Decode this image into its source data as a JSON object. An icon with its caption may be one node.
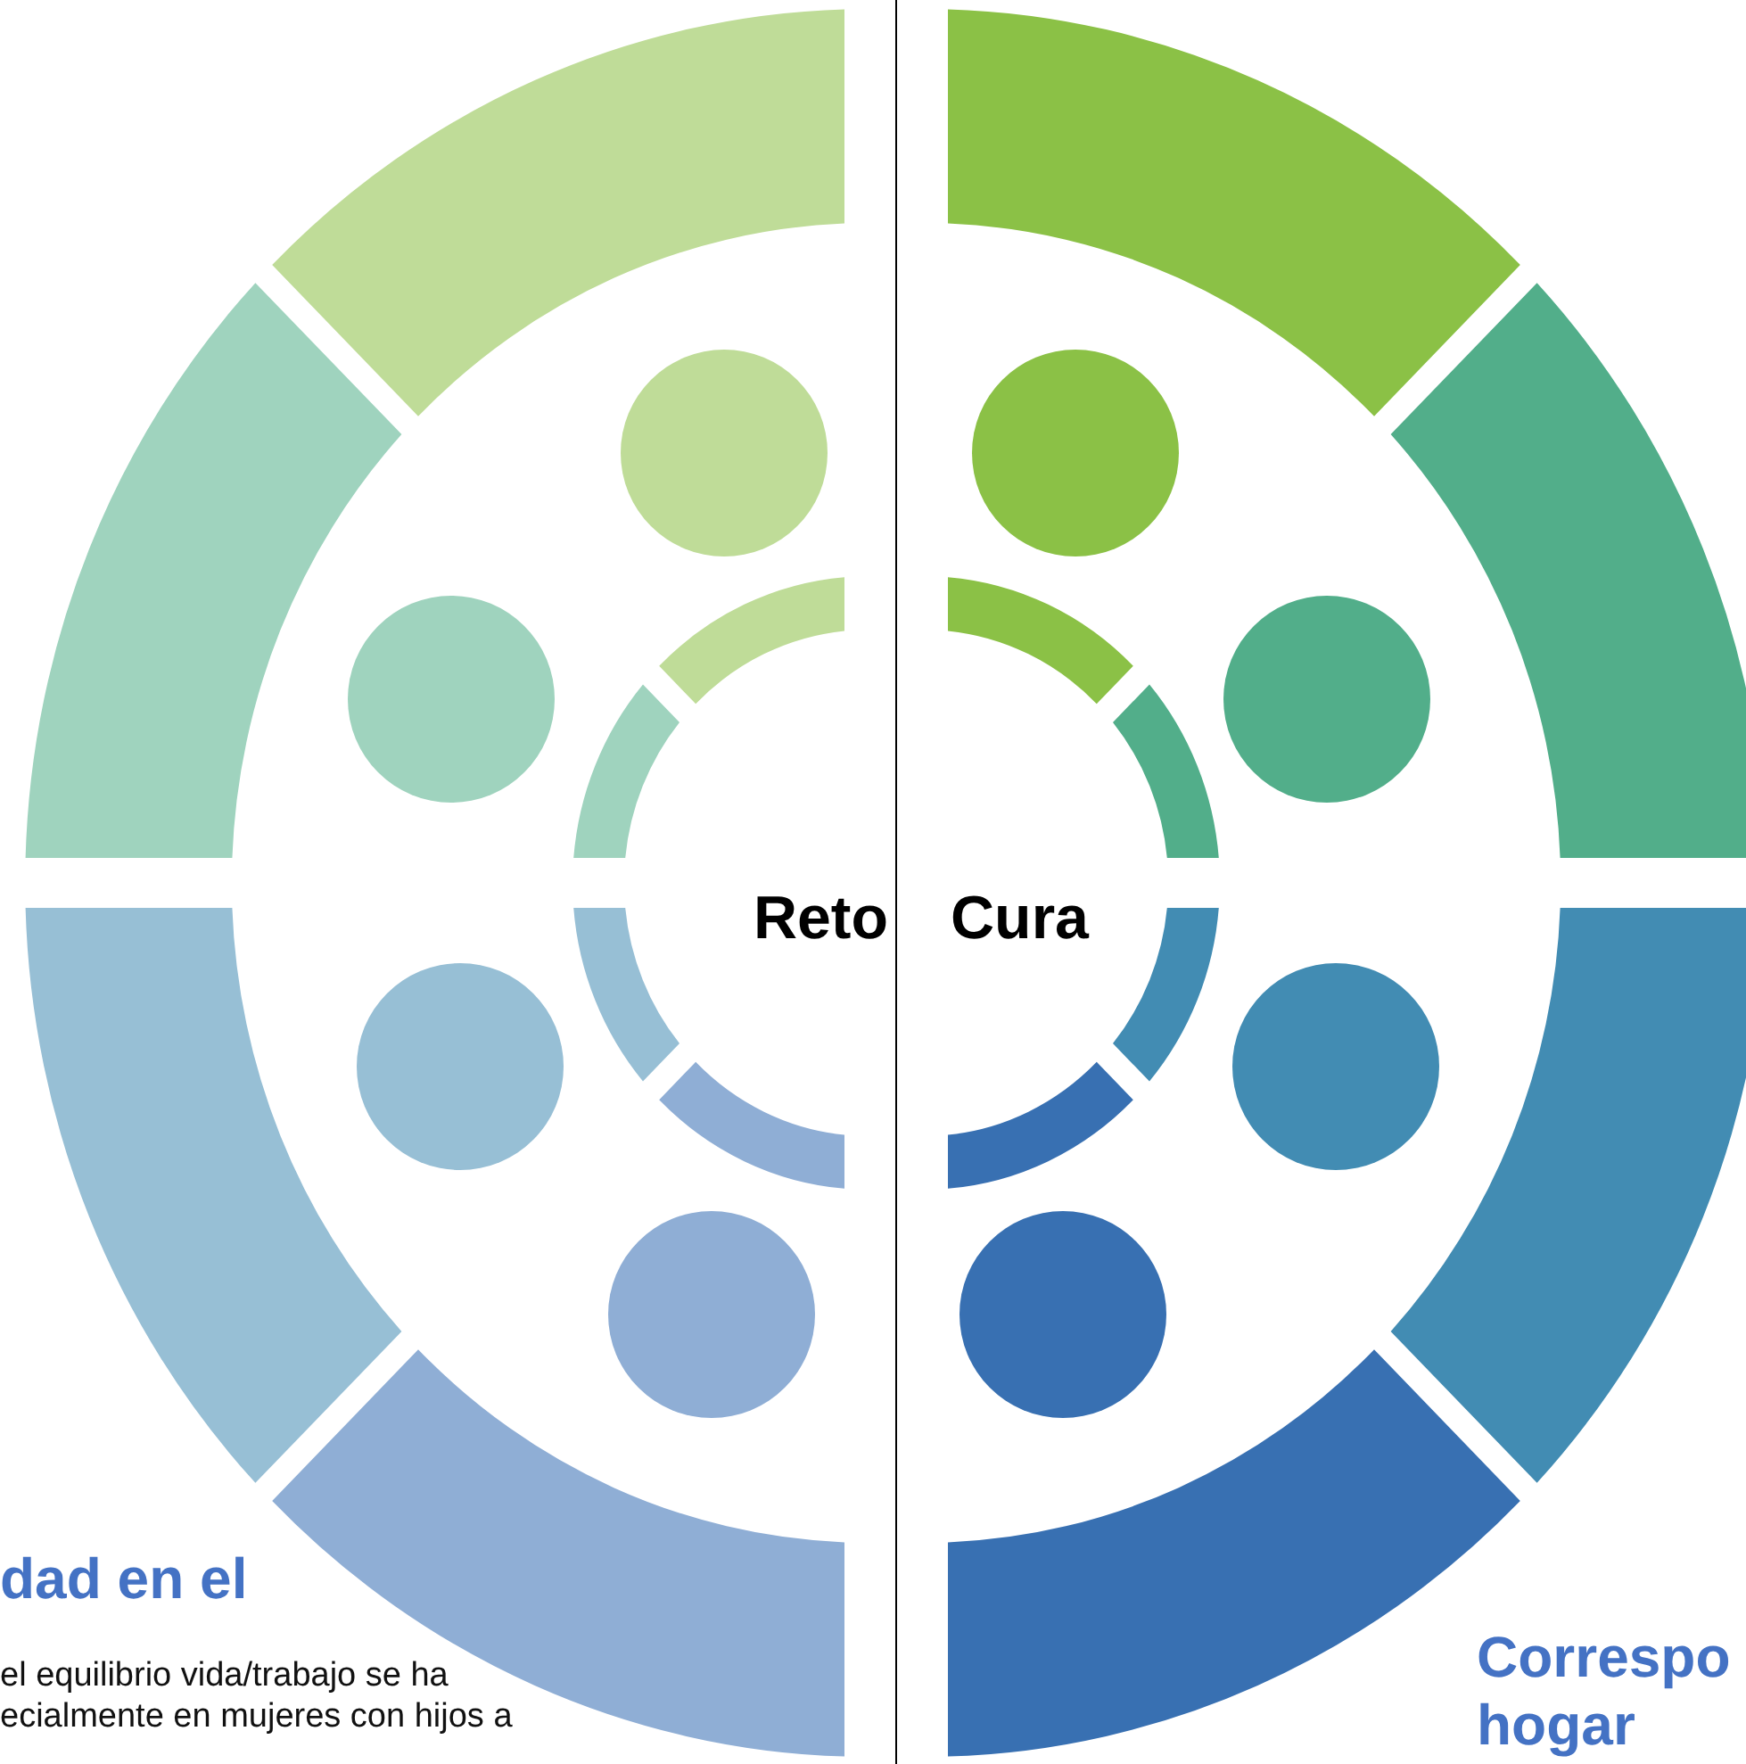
{
  "diagram": {
    "labels": [
      "Reto",
      "Cura",
      "dad en el",
      "el equilibrio vida/trabajo se ha",
      "ecialmente en mujeres con hijos a",
      "Correspo",
      "hogar"
    ]
  }
}
